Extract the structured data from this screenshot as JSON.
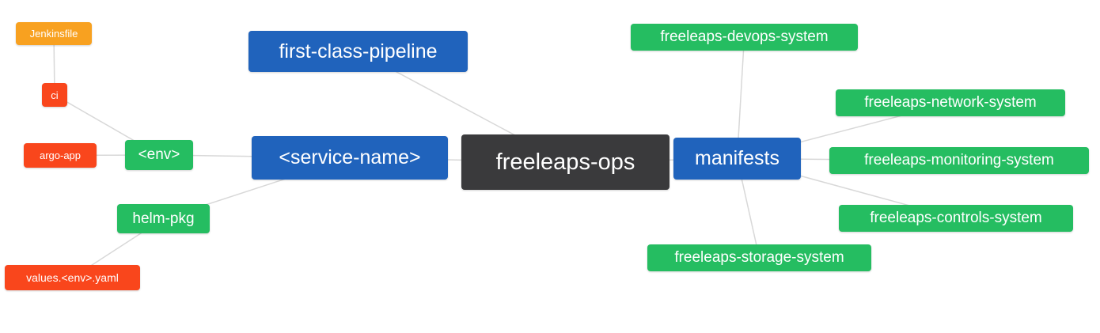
{
  "diagram": {
    "type": "mindmap",
    "root_label": "freeleaps-ops",
    "palette": {
      "root": "#3a3a3c",
      "blue": "#2063bc",
      "green": "#25bd61",
      "red": "#f9461c",
      "orange": "#f8a120",
      "edge": "#d8d8d8",
      "text": "#ffffff",
      "background": "#ffffff"
    },
    "nodes": [
      {
        "id": "freeleaps-ops",
        "label": "freeleaps-ops",
        "role": "root"
      },
      {
        "id": "first-class-pipeline",
        "label": "first-class-pipeline",
        "role": "branch"
      },
      {
        "id": "service-name",
        "label": "<service-name>",
        "role": "branch"
      },
      {
        "id": "manifests",
        "label": "manifests",
        "role": "branch"
      },
      {
        "id": "env",
        "label": "<env>",
        "role": "sub"
      },
      {
        "id": "helm-pkg",
        "label": "helm-pkg",
        "role": "sub"
      },
      {
        "id": "ci",
        "label": "ci",
        "role": "leaf"
      },
      {
        "id": "jenkinsfile",
        "label": "Jenkinsfile",
        "role": "leaf"
      },
      {
        "id": "argo-app",
        "label": "argo-app",
        "role": "leaf"
      },
      {
        "id": "values-env-yaml",
        "label": "values.<env>.yaml",
        "role": "leaf"
      },
      {
        "id": "freeleaps-devops-system",
        "label": "freeleaps-devops-system",
        "role": "sub"
      },
      {
        "id": "freeleaps-network-system",
        "label": "freeleaps-network-system",
        "role": "sub"
      },
      {
        "id": "freeleaps-monitoring-system",
        "label": "freeleaps-monitoring-system",
        "role": "sub"
      },
      {
        "id": "freeleaps-controls-system",
        "label": "freeleaps-controls-system",
        "role": "sub"
      },
      {
        "id": "freeleaps-storage-system",
        "label": "freeleaps-storage-system",
        "role": "sub"
      }
    ],
    "edges": [
      [
        "jenkinsfile",
        "ci"
      ],
      [
        "ci",
        "env"
      ],
      [
        "argo-app",
        "env"
      ],
      [
        "env",
        "service-name"
      ],
      [
        "helm-pkg",
        "service-name"
      ],
      [
        "values-env-yaml",
        "helm-pkg"
      ],
      [
        "service-name",
        "freeleaps-ops"
      ],
      [
        "first-class-pipeline",
        "freeleaps-ops"
      ],
      [
        "freeleaps-ops",
        "manifests"
      ],
      [
        "manifests",
        "freeleaps-devops-system"
      ],
      [
        "manifests",
        "freeleaps-network-system"
      ],
      [
        "manifests",
        "freeleaps-monitoring-system"
      ],
      [
        "manifests",
        "freeleaps-controls-system"
      ],
      [
        "manifests",
        "freeleaps-storage-system"
      ]
    ]
  }
}
